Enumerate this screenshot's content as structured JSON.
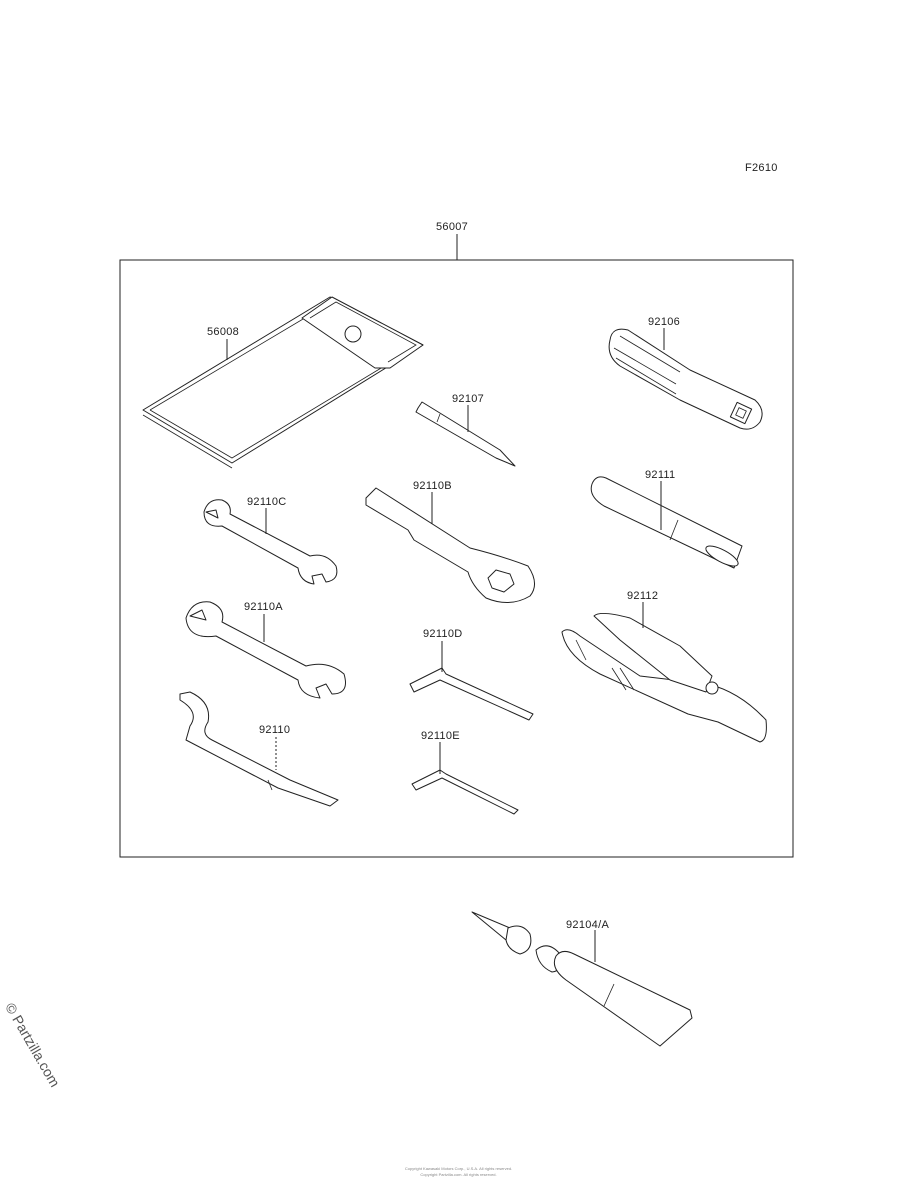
{
  "figure_code": "F2610",
  "kit_label": "56007",
  "watermark": "© Partzilla.com",
  "parts": [
    {
      "id": "p56008",
      "label": "56008"
    },
    {
      "id": "p92106",
      "label": "92106"
    },
    {
      "id": "p92107",
      "label": "92107"
    },
    {
      "id": "p92110C",
      "label": "92110C"
    },
    {
      "id": "p92110B",
      "label": "92110B"
    },
    {
      "id": "p92111",
      "label": "92111"
    },
    {
      "id": "p92110A",
      "label": "92110A"
    },
    {
      "id": "p92110D",
      "label": "92110D"
    },
    {
      "id": "p92112",
      "label": "92112"
    },
    {
      "id": "p92110",
      "label": "92110"
    },
    {
      "id": "p92110E",
      "label": "92110E"
    },
    {
      "id": "p92104A",
      "label": "92104/A"
    }
  ],
  "footer_lines": [
    "Copyright Kawasaki Motors Corp., U.S.A. All rights reserved.",
    "Copyright Partzilla.com. All rights reserved."
  ]
}
